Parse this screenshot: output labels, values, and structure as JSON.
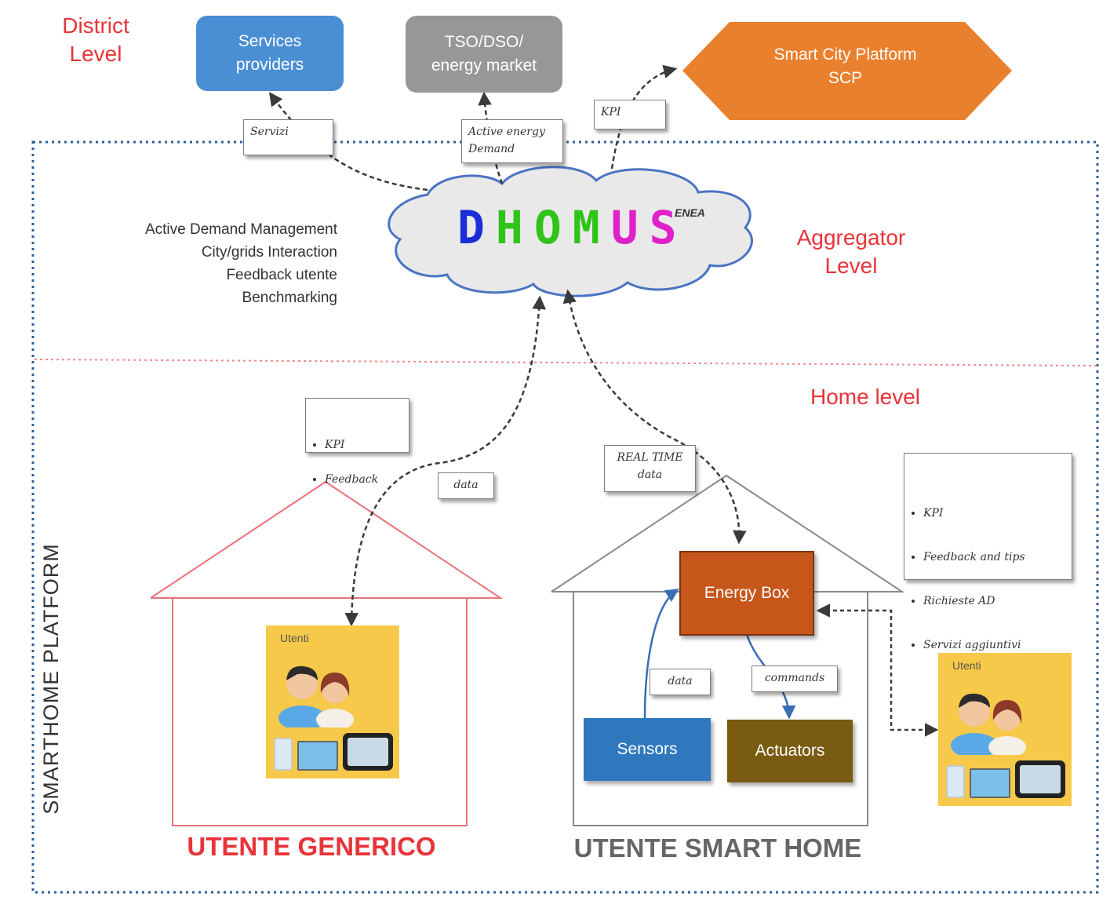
{
  "levels": {
    "district": "District\nLevel",
    "aggregator": "Aggregator\nLevel",
    "home": "Home level"
  },
  "top_boxes": {
    "services_providers": "Services\nproviders",
    "tso_dso": "TSO/DSO/\nenergy market",
    "smart_city": "Smart  City Platform\nSCP"
  },
  "notes": {
    "servizi": "Servizi",
    "active_energy": "Active energy\nDemand",
    "kpi": "KPI",
    "data_left": "data",
    "real_time": "REAL TIME\ndata",
    "data_inner": "data",
    "commands": "commands",
    "kpi_feedback": [
      "KPI",
      "Feedback"
    ],
    "right_list": [
      "KPI",
      "Feedback and tips",
      "Richieste AD",
      "Servizi aggiuntivi"
    ]
  },
  "dhomus": {
    "letters": [
      "D",
      "H",
      "O",
      "M",
      "U",
      "S"
    ],
    "colors": [
      "#1a2dd6",
      "#2fc417",
      "#2fc417",
      "#2fc417",
      "#e020c8",
      "#e020c8"
    ],
    "logo": "ENEA"
  },
  "features": [
    "Active Demand Management",
    "City/grids Interaction",
    "Feedback utente",
    "Benchmarking"
  ],
  "components": {
    "energy_box": "Energy Box",
    "sensors": "Sensors",
    "actuators": "Actuators"
  },
  "users_label": "Utenti",
  "platform_label": "SMARTHOME PLATFORM",
  "house_labels": {
    "generico": "UTENTE GENERICO",
    "smart": "UTENTE SMART HOME"
  },
  "colors": {
    "services": "#4a8fd4",
    "tso": "#979797",
    "smart_city": "#e9802d",
    "energy_box": "#c7561a",
    "sensors": "#2f78bd",
    "actuators": "#7a5b12",
    "platform_border": "#2e5d99",
    "level_text": "#e8333a",
    "house_generico": "#e8727a",
    "house_smart": "#8a8a8a"
  }
}
